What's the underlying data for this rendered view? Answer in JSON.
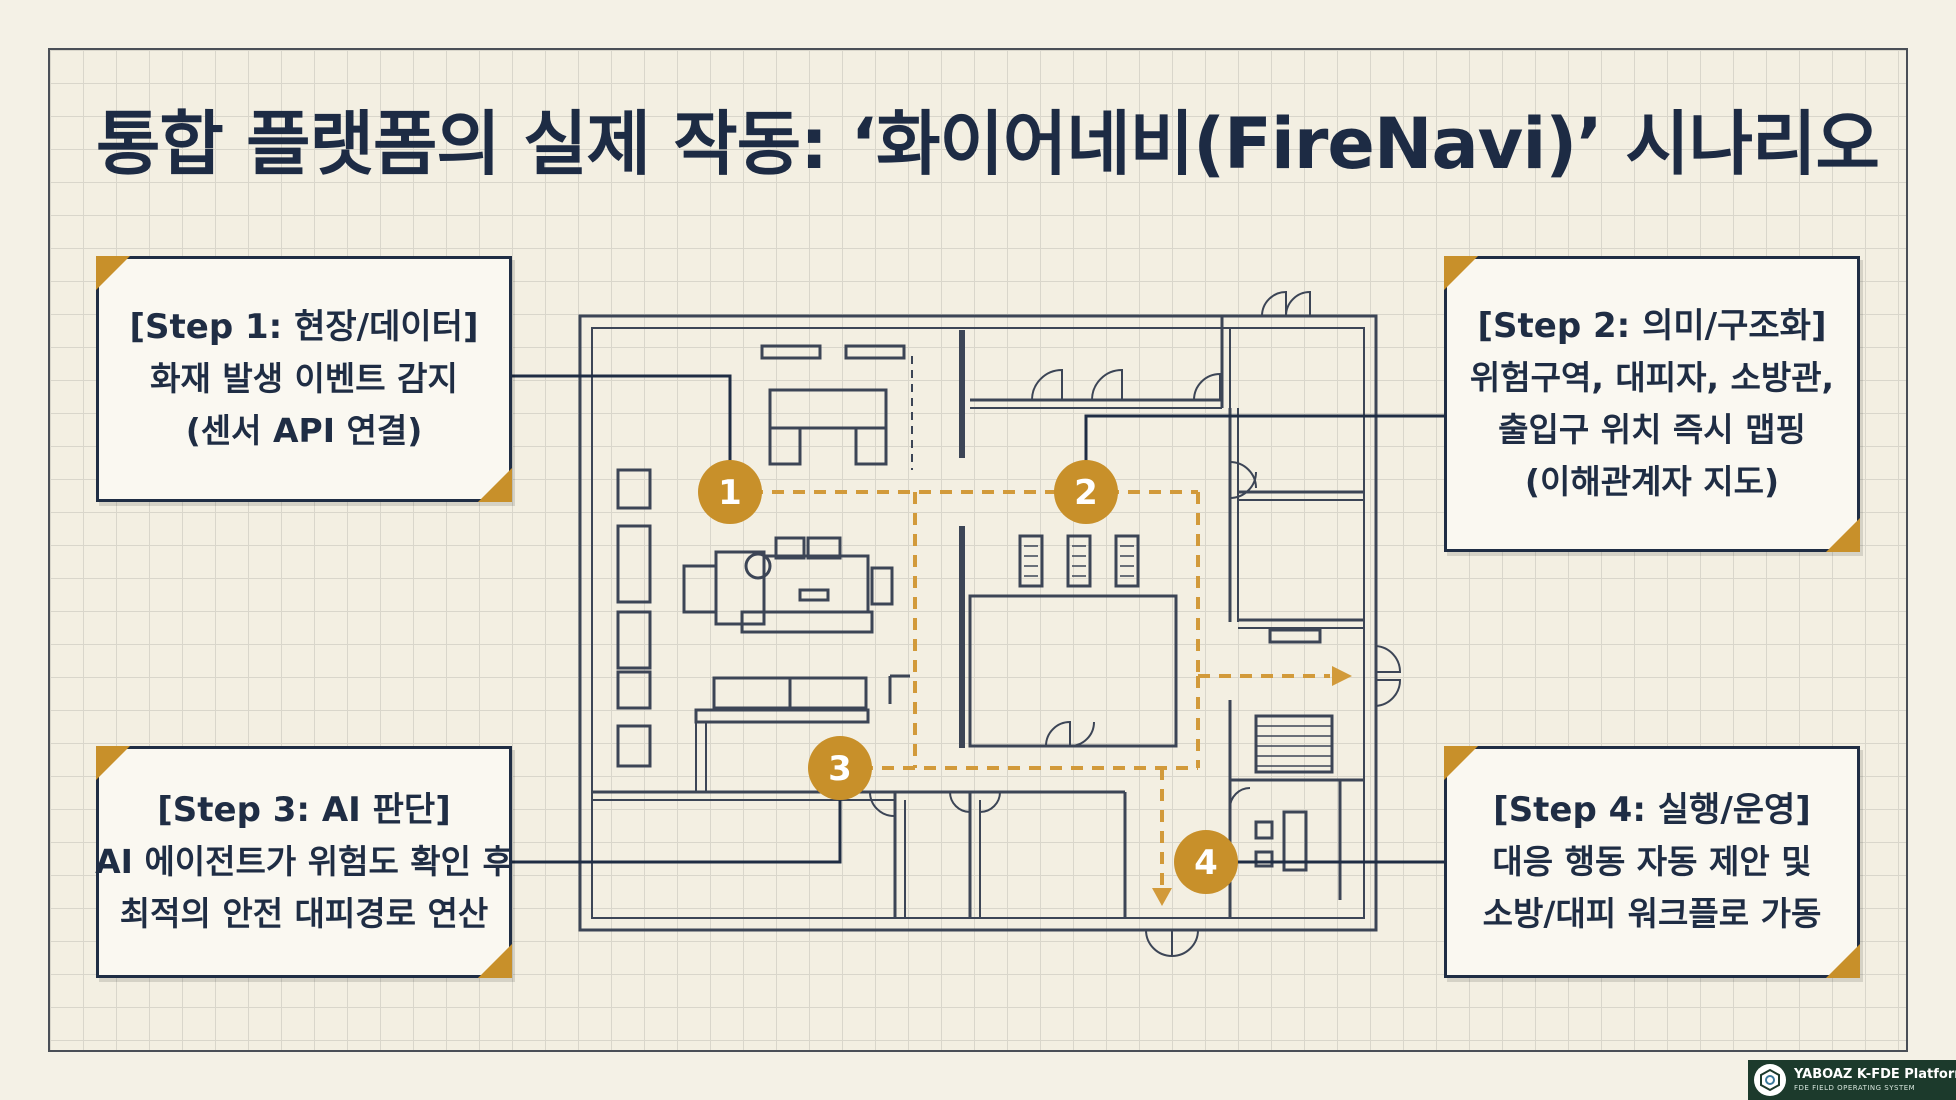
{
  "title": "통합 플랫폼의 실제 작동: ‘화이어네비(FireNavi)’ 시나리오",
  "steps": [
    {
      "number": "1",
      "label": "[Step 1: 현장/데이터]",
      "lines": [
        "화재 발생 이벤트 감지",
        "(센서 API 연결)"
      ]
    },
    {
      "number": "2",
      "label": "[Step 2: 의미/구조화]",
      "lines": [
        "위험구역, 대피자, 소방관,",
        "출입구 위치 즉시 맵핑",
        "(이해관계자 지도)"
      ]
    },
    {
      "number": "3",
      "label": "[Step 3: AI 판단]",
      "lines": [
        "AI 에이전트가 위험도 확인 후",
        "최적의 안전 대피경로 연산"
      ]
    },
    {
      "number": "4",
      "label": "[Step 4: 실행/운영]",
      "lines": [
        "대응 행동 자동 제안 및",
        "소방/대피 워크플로 가동"
      ]
    }
  ],
  "logo": {
    "name": "YABOAZ K-FDE Platform",
    "subtitle": "FDE FIELD OPERATING SYSTEM"
  },
  "colors": {
    "navy": "#1f2d44",
    "gold": "#c8902a",
    "background": "#f3efe2",
    "route": "#d29a3a"
  }
}
